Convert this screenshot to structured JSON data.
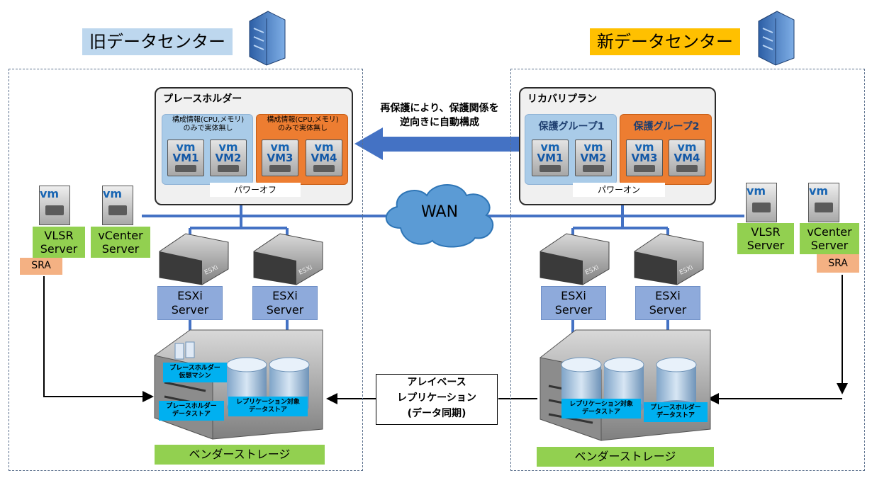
{
  "old_dc": {
    "title": "旧データセンター",
    "placeholder_panel": {
      "title": "プレースホルダー",
      "group_notes": [
        "構成情報(CPU,メモリ)\nのみで実体無し",
        "構成情報(CPU,メモリ)\nのみで実体無し"
      ],
      "power_label": "パワーオフ"
    },
    "vlsr_label": "VLSR\nServer",
    "vcenter_label": "vCenter\nServer",
    "sra_label": "SRA",
    "esxi_labels": [
      "ESXi\nServer",
      "ESXi\nServer"
    ],
    "placeholder_vm_label": "プレースホルダー\n仮想マシン",
    "placeholder_ds_label": "プレースホルダー\nデータストア",
    "replica_ds_label": "レプリケーション対象\nデータストア",
    "storage_label": "ベンダーストレージ"
  },
  "new_dc": {
    "title": "新データセンター",
    "recovery_panel": {
      "title": "リカバリプラン",
      "group_titles": [
        "保護グループ1",
        "保護グループ2"
      ],
      "power_label": "パワーオン"
    },
    "vlsr_label": "VLSR\nServer",
    "vcenter_label": "vCenter\nServer",
    "sra_label": "SRA",
    "esxi_labels": [
      "ESXi\nServer",
      "ESXi\nServer"
    ],
    "replica_ds_label": "レプリケーション対象\nデータストア",
    "placeholder_ds_label": "プレースホルダー\nデータストア",
    "storage_label": "ベンダーストレージ"
  },
  "vms": [
    {
      "logo": "vm",
      "name": "VM1"
    },
    {
      "logo": "vm",
      "name": "VM2"
    },
    {
      "logo": "vm",
      "name": "VM3"
    },
    {
      "logo": "vm",
      "name": "VM4"
    }
  ],
  "server_logo": "vm",
  "esxi_chassis_text": "ESXi",
  "reprotect_message": "再保護により、保護関係を\n逆向きに自動構成",
  "wan_label": "WAN",
  "array_replication_label": "アレイベース\nレプリケーション\n(データ同期)",
  "icons": [
    "building-icon",
    "server-icon",
    "vm-icon",
    "cloud-icon",
    "storage-array-icon",
    "disk-cylinder-icon",
    "arrow-icon"
  ],
  "colors": {
    "old_title_bg": "#bdd7ee",
    "new_title_bg": "#ffc000",
    "network": "#4472c4",
    "green": "#92d050",
    "orange": "#ed7d31",
    "sra": "#f4b183",
    "esxi": "#8eaadb",
    "cyan": "#00b0f0"
  }
}
